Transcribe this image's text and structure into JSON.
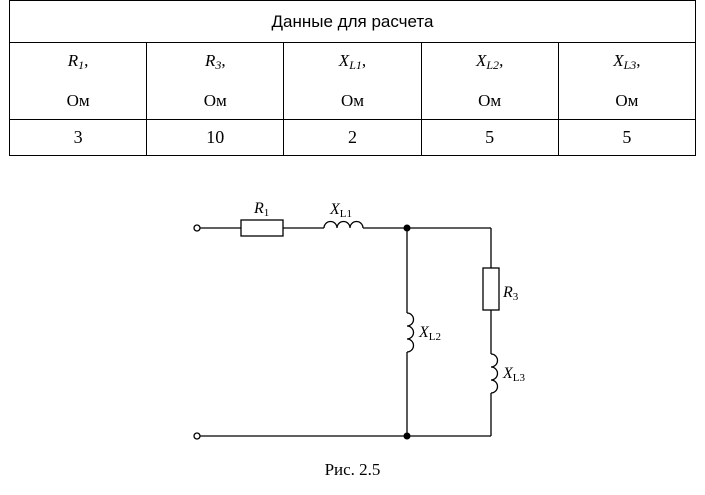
{
  "table": {
    "title": "Данные для расчета",
    "columns": [
      {
        "symbol": "R",
        "subscript": "1",
        "unit": "Ом",
        "value": "3"
      },
      {
        "symbol": "R",
        "subscript": "3",
        "unit": "Ом",
        "value": "10"
      },
      {
        "symbol": "X",
        "subscript": "L1",
        "unit": "Ом",
        "value": "2"
      },
      {
        "symbol": "X",
        "subscript": "L2",
        "unit": "Ом",
        "value": "5"
      },
      {
        "symbol": "X",
        "subscript": "L3",
        "unit": "Ом",
        "value": "5"
      }
    ]
  },
  "circuit": {
    "labels": {
      "r1": {
        "symbol": "R",
        "subscript": "1"
      },
      "xl1": {
        "symbol": "X",
        "subscript": "L1"
      },
      "r3": {
        "symbol": "R",
        "subscript": "3"
      },
      "xl2": {
        "symbol": "X",
        "subscript": "L2"
      },
      "xl3": {
        "symbol": "X",
        "subscript": "L3"
      }
    }
  },
  "caption": "Рис. 2.5"
}
